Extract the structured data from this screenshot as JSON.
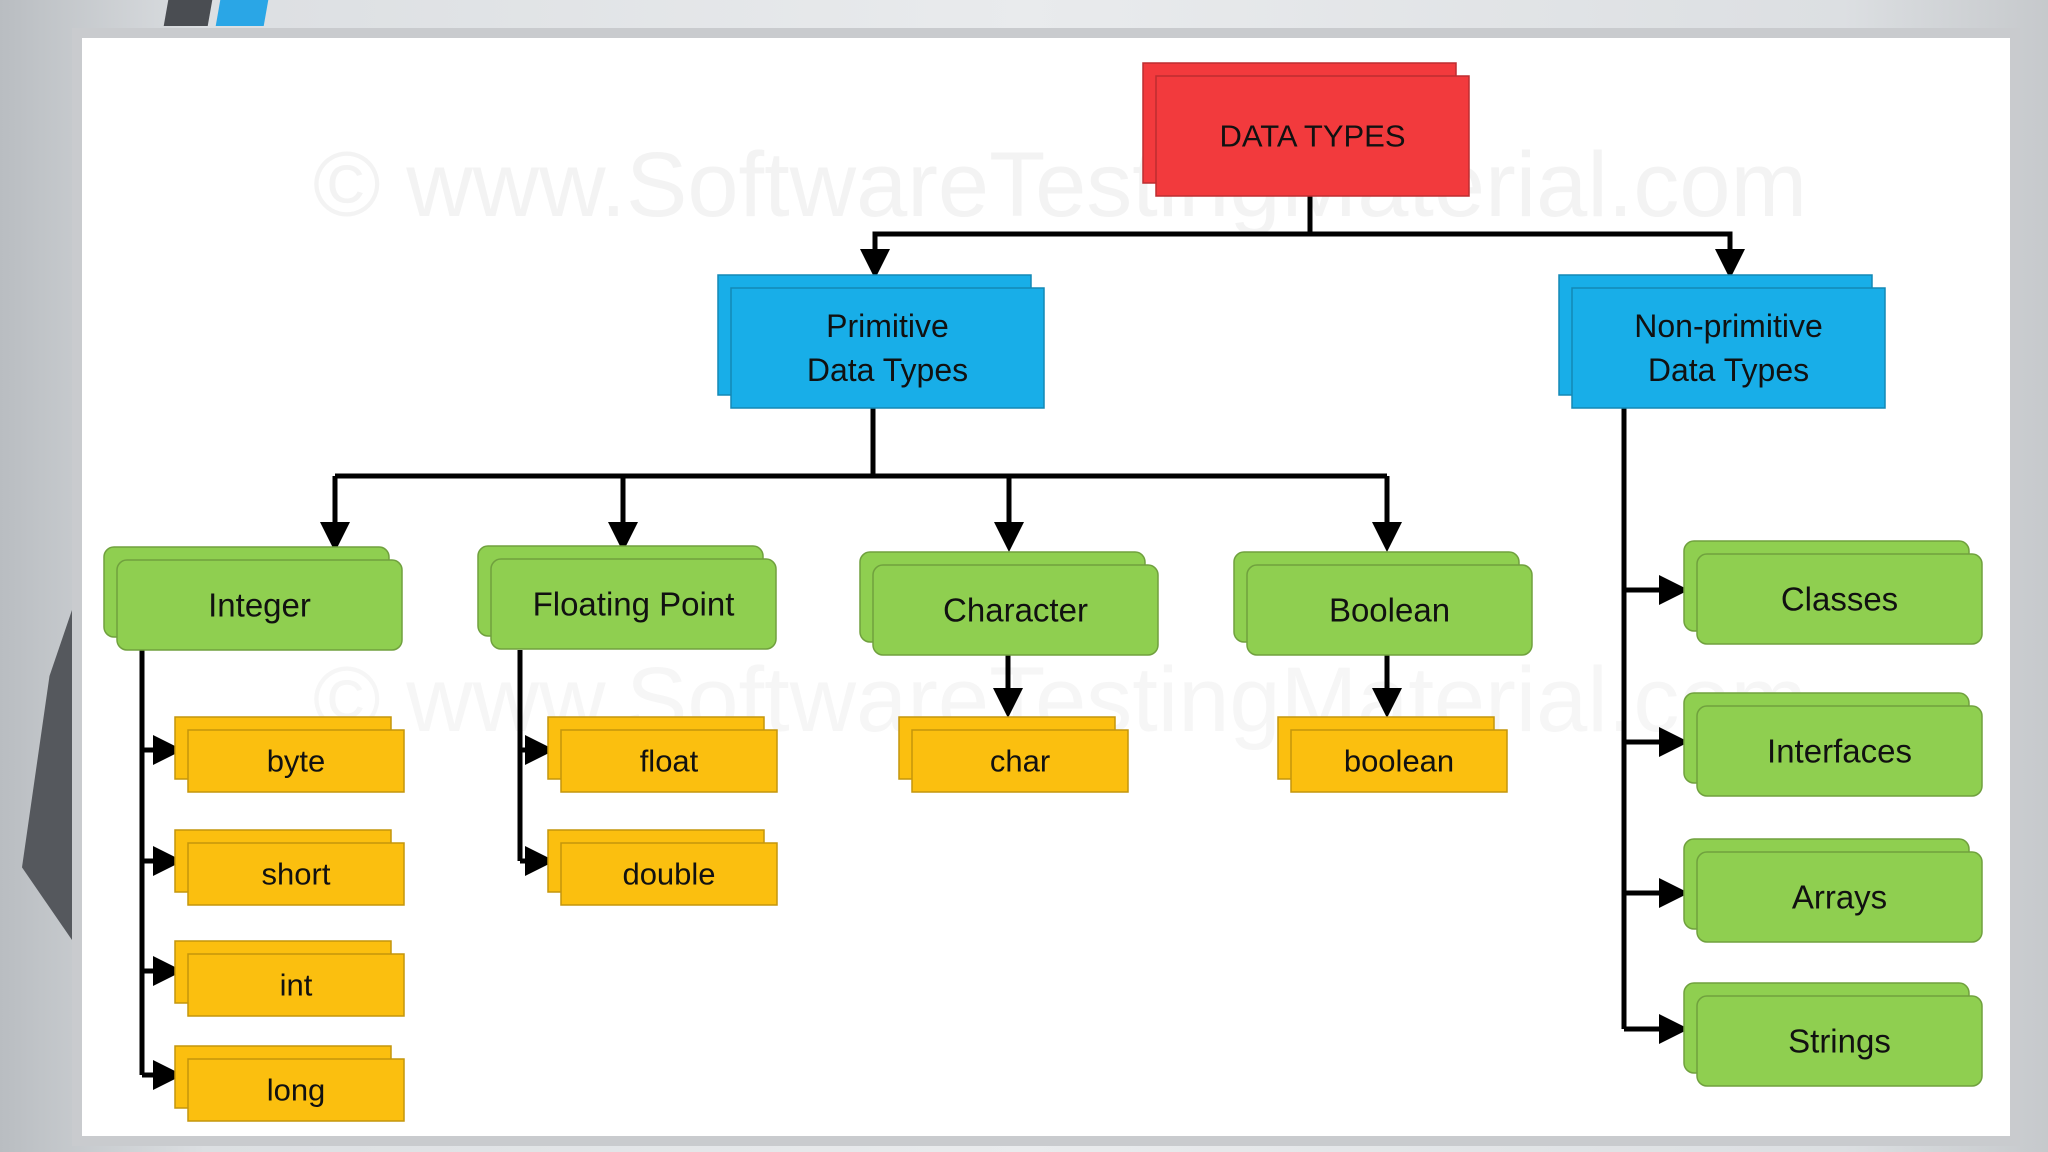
{
  "diagram": {
    "root": {
      "label": "DATA TYPES"
    },
    "primitive": {
      "label_line1": "Primitive",
      "label_line2": "Data Types"
    },
    "non_primitive": {
      "label_line1": "Non-primitive",
      "label_line2": "Data Types"
    },
    "categories": [
      {
        "label": "Integer",
        "members": [
          "byte",
          "short",
          "int",
          "long"
        ]
      },
      {
        "label": "Floating Point",
        "members": [
          "float",
          "double"
        ]
      },
      {
        "label": "Character",
        "members": [
          "char"
        ]
      },
      {
        "label": "Boolean",
        "members": [
          "boolean"
        ]
      }
    ],
    "non_primitive_types": [
      "Classes",
      "Interfaces",
      "Arrays",
      "Strings"
    ],
    "watermark": "© www.SoftwareTestingMaterial.com",
    "colors": {
      "root": "#f23a3d",
      "level1": "#18aee8",
      "category": "#8fcf50",
      "leaf": "#fbbf0f",
      "connector": "#000000"
    }
  }
}
